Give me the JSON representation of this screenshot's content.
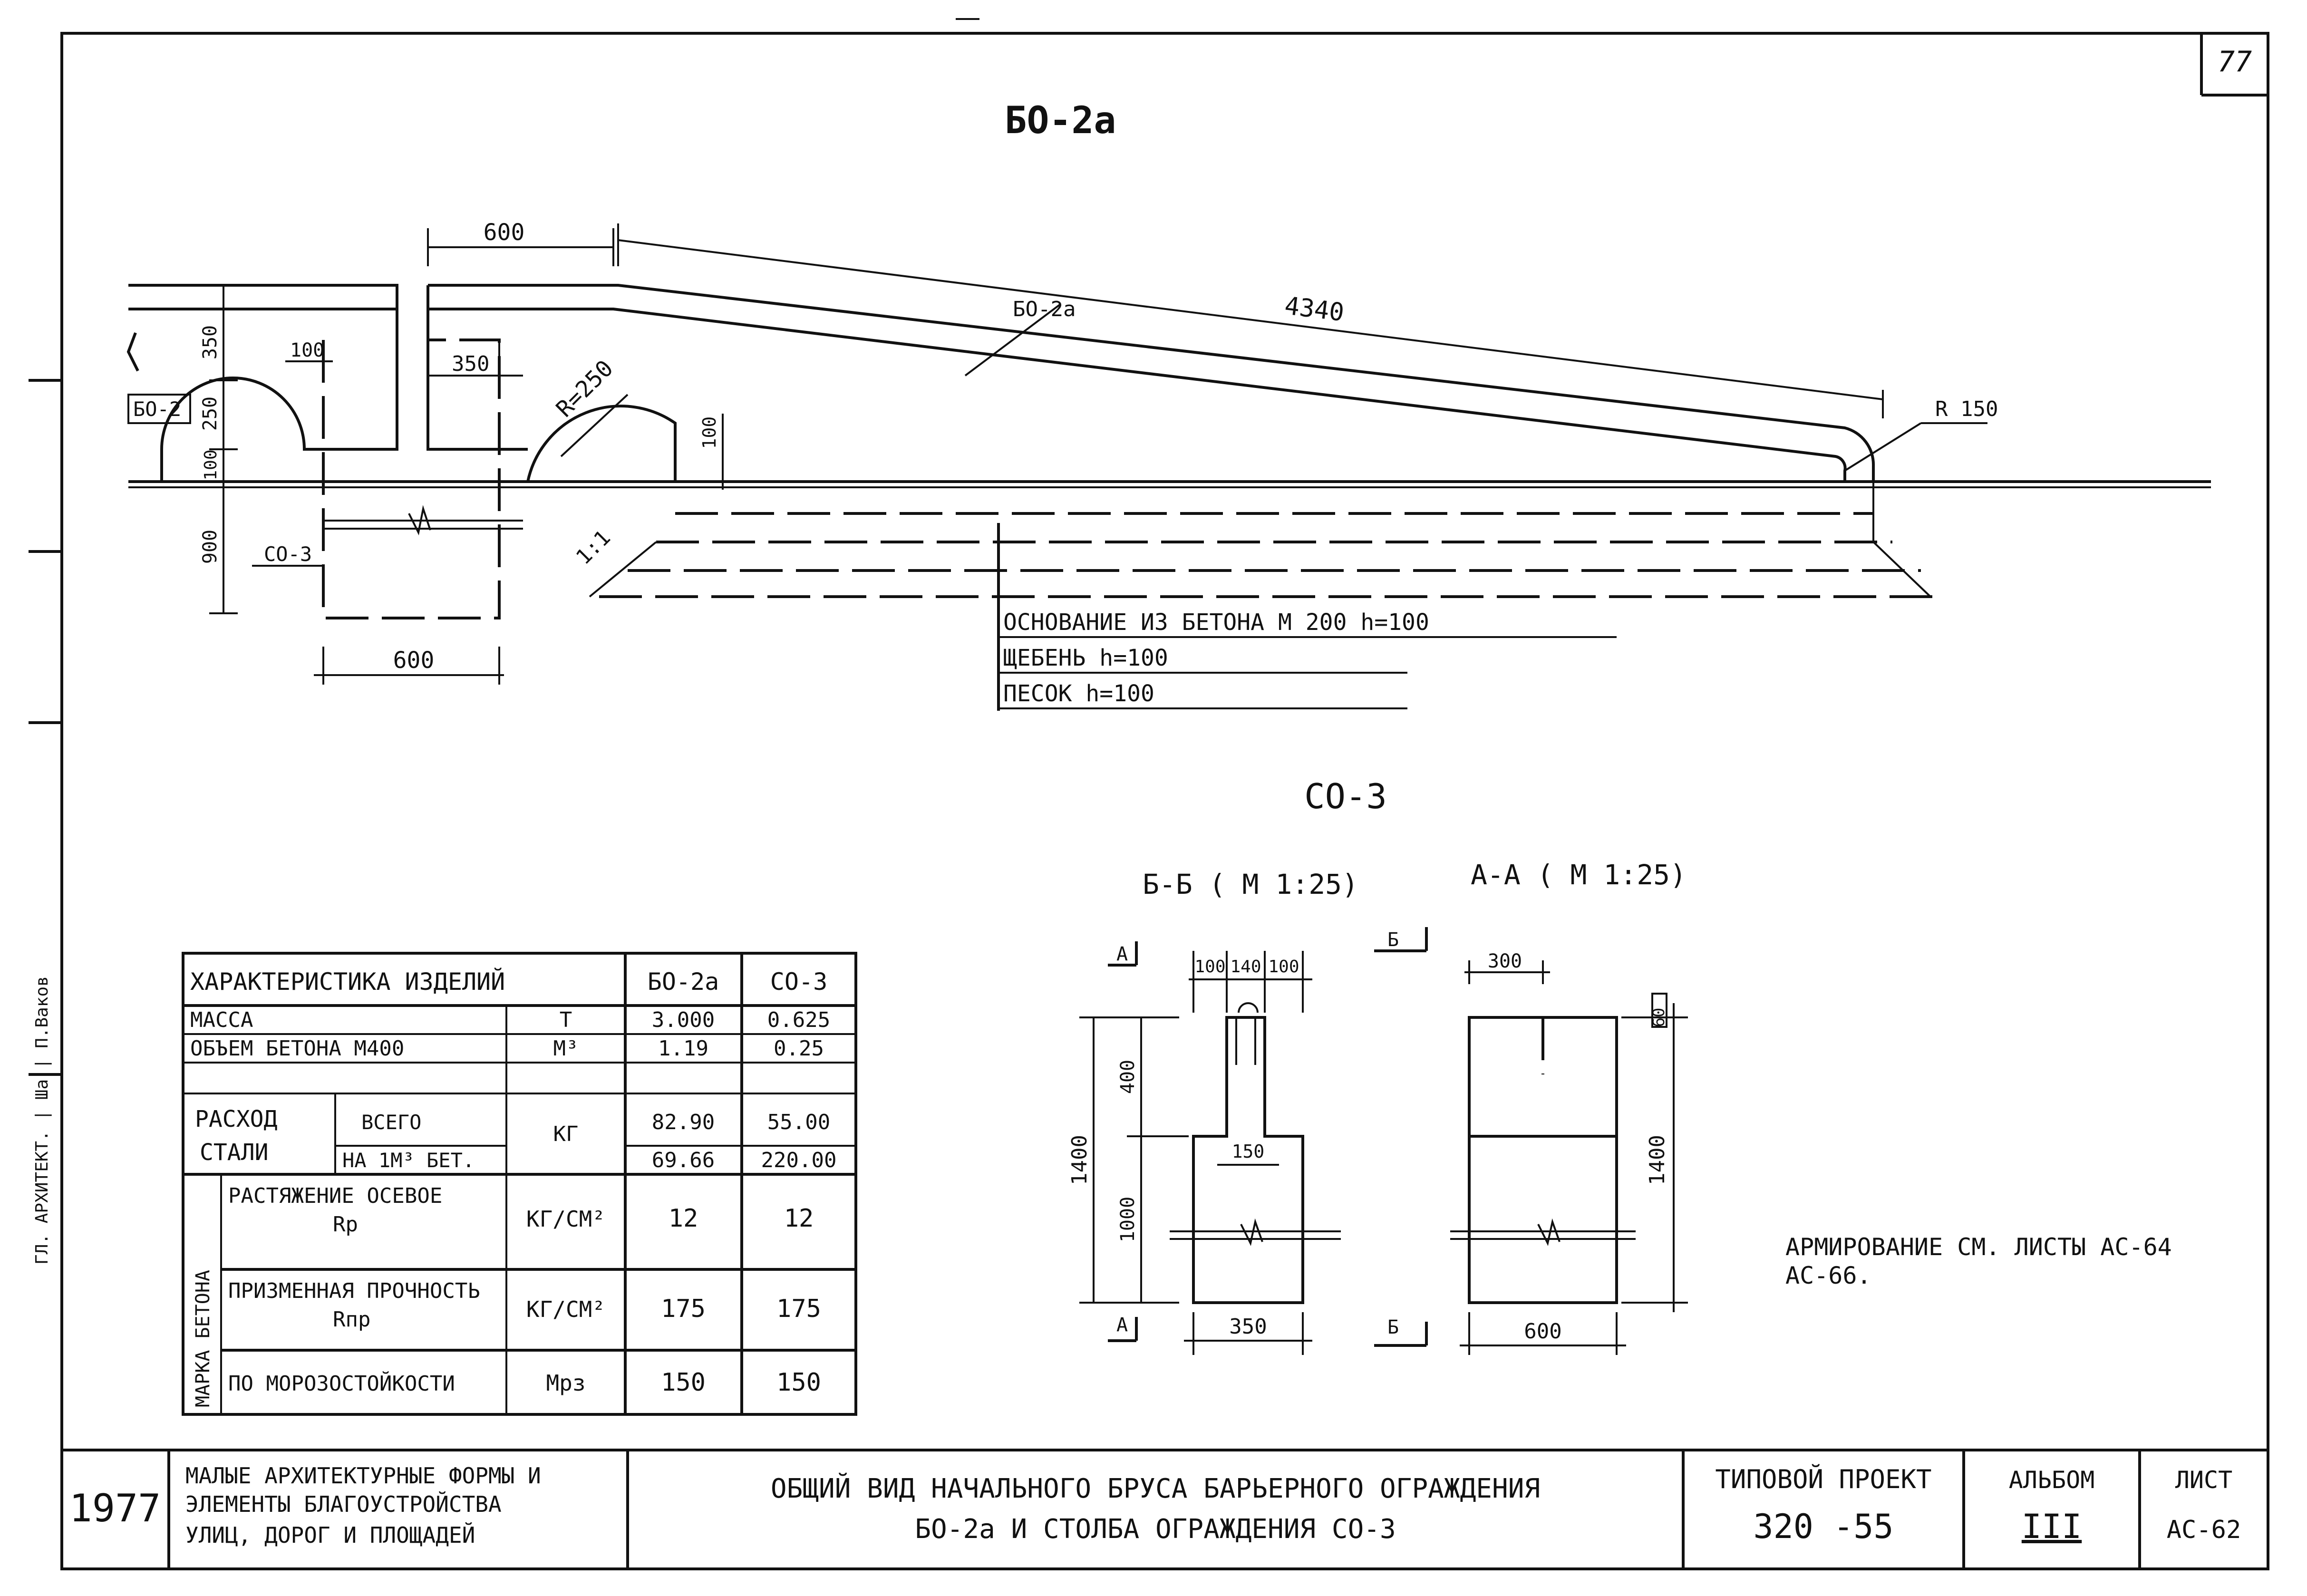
{
  "sheet": {
    "page_number": "77",
    "side_label": "ГЛ. АРХИТЕКТ. | Шa | П.Ваков"
  },
  "bo2a": {
    "title": "БО-2а",
    "dim_600": "600",
    "dim_4340": "4340",
    "callout": "БО-2а",
    "dim_r150": "R 150",
    "dim_350_vert": "350",
    "dim_250": "250",
    "dim_100_vert": "100",
    "dim_900": "900",
    "dim_100_top": "100",
    "dim_350_top": "350",
    "dim_r250": "R=250",
    "dim_100_right": "100",
    "label_bo2": "БО-2",
    "label_co3": "СО-3",
    "dim_600_bottom": "600",
    "slope": "1:1",
    "layers": [
      "ОСНОВАНИЕ ИЗ БЕТОНА М 200 h=100",
      "ЩЕБЕНЬ  h=100",
      "ПЕСОК   h=100"
    ]
  },
  "co3": {
    "title": "СО-3",
    "section_bb": {
      "title": "Б-Б ( М 1:25)",
      "marker_top": "А",
      "marker_bottom": "А",
      "dim_100a": "100",
      "dim_140": "140",
      "dim_100b": "100",
      "dim_400": "400",
      "dim_1400": "1400",
      "dim_1000": "1000",
      "dim_150": "150",
      "dim_350": "350"
    },
    "section_aa": {
      "title": "А-А ( М 1:25)",
      "marker_top": "Б",
      "marker_bottom": "Б",
      "dim_300": "300",
      "dim_60": "60",
      "dim_1400": "1400",
      "dim_600": "600"
    }
  },
  "note": {
    "line1": "АРМИРОВАНИЕ СМ. ЛИСТЫ АС-64",
    "line2": "АС-66."
  },
  "table": {
    "header": {
      "characteristic": "ХАРАКТЕРИСТИКА ИЗДЕЛИЙ",
      "col1": "БО-2а",
      "col2": "СО-3"
    },
    "rows": {
      "mass": {
        "label": "МАССА",
        "unit": "Т",
        "v1": "3.000",
        "v2": "0.625"
      },
      "volume": {
        "label": "ОБЪЕМ БЕТОНА  М400",
        "unit": "М³",
        "v1": "1.19",
        "v2": "0.25"
      },
      "steel": {
        "label_line1": "РАСХОД",
        "label_line2": "СТАЛИ",
        "unit": "КГ",
        "total_label": "ВСЕГО",
        "total_v1": "82.90",
        "total_v2": "55.00",
        "per_m3_label": "НА 1М³ БЕТ.",
        "per_m3_v1": "69.66",
        "per_m3_v2": "220.00"
      },
      "concrete_grade_label": "МАРКА БЕТОНА",
      "tension": {
        "label_line1": "РАСТЯЖЕНИЕ ОСЕВОЕ",
        "label_line2": "Rр",
        "unit": "КГ/СМ²",
        "v1": "12",
        "v2": "12"
      },
      "prism": {
        "label_line1": "ПРИЗМЕННАЯ ПРОЧНОСТЬ",
        "label_line2": "Rпр",
        "unit": "КГ/СМ²",
        "v1": "175",
        "v2": "175"
      },
      "frost": {
        "label": "ПО МОРОЗОСТОЙКОСТИ",
        "unit": "Мрз",
        "v1": "150",
        "v2": "150"
      }
    }
  },
  "title_block": {
    "year": "1977",
    "series_line1": "МАЛЫЕ АРХИТЕКТУРНЫЕ ФОРМЫ И",
    "series_line2": "ЭЛЕМЕНТЫ БЛАГОУСТРОЙСТВА",
    "series_line3": "УЛИЦ, ДОРОГ И ПЛОЩАДЕЙ",
    "title_line1": "ОБЩИЙ ВИД НАЧАЛЬНОГО БРУСА БАРЬЕРНОГО ОГРАЖДЕНИЯ",
    "title_line2": "БО-2а И СТОЛБА ОГРАЖДЕНИЯ  СО-3",
    "project_label": "ТИПОВОЙ ПРОЕКТ",
    "project_value": "320 -55",
    "album_label": "АЛЬБОМ",
    "album_value": "III",
    "sheet_label": "ЛИСТ",
    "sheet_value": "АС-62"
  }
}
